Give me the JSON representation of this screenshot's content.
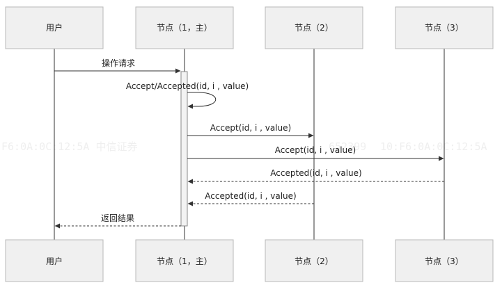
{
  "participants": [
    {
      "id": "user",
      "label": "用户"
    },
    {
      "id": "node1",
      "label": "节点（1，主）"
    },
    {
      "id": "node2",
      "label": "节点（2）"
    },
    {
      "id": "node3",
      "label": "节点（3）"
    }
  ],
  "messages": [
    {
      "label": "操作请求",
      "from": "user",
      "to": "node1",
      "style": "solid"
    },
    {
      "label": "Accept/Accepted(id, i , value)",
      "from": "node1",
      "to": "node1",
      "style": "solid"
    },
    {
      "label": "Accept(id, i , value)",
      "from": "node1",
      "to": "node2",
      "style": "solid"
    },
    {
      "label": "Accept(id, i , value)",
      "from": "node1",
      "to": "node3",
      "style": "solid"
    },
    {
      "label": "Accepted(id, i , value)",
      "from": "node3",
      "to": "node1",
      "style": "dashed"
    },
    {
      "label": "Accepted(id, i , value)",
      "from": "node2",
      "to": "node1",
      "style": "dashed"
    },
    {
      "label": "返回结果",
      "from": "node1",
      "to": "user",
      "style": "dashed"
    }
  ],
  "watermark": {
    "left": "F6:0A:0C:12:5A  中信证券",
    "middle": "652399",
    "right": "10:F6:0A:0C:12:5A"
  }
}
